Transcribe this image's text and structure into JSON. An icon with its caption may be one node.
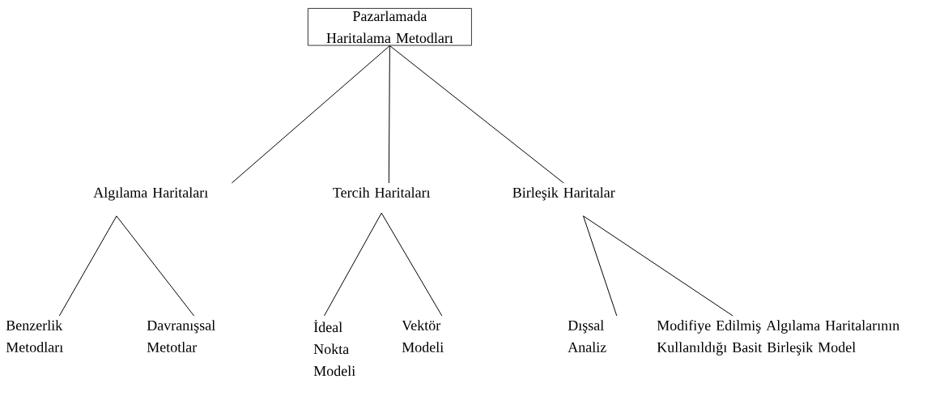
{
  "diagram": {
    "nodes": [
      {
        "text": [
          "Pazarlamada Haritalama Metodları"
        ]
      },
      {
        "text": [
          "Algılama Haritaları"
        ]
      },
      {
        "text": [
          "Tercih Haritaları"
        ]
      },
      {
        "text": [
          "Birleşik Haritalar"
        ]
      },
      {
        "text": [
          "Benzerlik Metodları"
        ]
      },
      {
        "text": [
          "Davranışsal Metotlar"
        ]
      },
      {
        "text": [
          "İdeal Nokta Modeli"
        ]
      },
      {
        "text": [
          "Vektör Modeli"
        ]
      },
      {
        "text": [
          "Dışsal Analiz"
        ]
      },
      {
        "text": [
          "Modifiye Edilmiş Algılama Haritalarının Kullanıldığı Basit Birleşik Model"
        ]
      }
    ],
    "edges": [
      {
        "from": 0,
        "to": 1,
        "arrow": "none"
      },
      {
        "from": 0,
        "to": 2,
        "arrow": "none"
      },
      {
        "from": 0,
        "to": 3,
        "arrow": "none"
      },
      {
        "from": 1,
        "to": 4,
        "arrow": "none"
      },
      {
        "from": 1,
        "to": 5,
        "arrow": "none"
      },
      {
        "from": 2,
        "to": 6,
        "arrow": "none"
      },
      {
        "from": 2,
        "to": 7,
        "arrow": "none"
      },
      {
        "from": 3,
        "to": 8,
        "arrow": "none"
      },
      {
        "from": 3,
        "to": 9,
        "arrow": "none"
      }
    ]
  }
}
